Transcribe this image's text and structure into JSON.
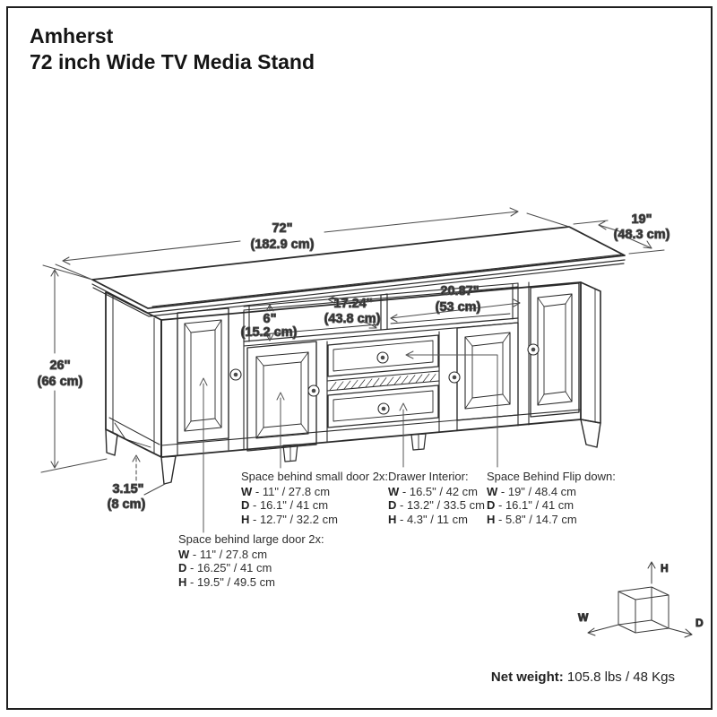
{
  "title": {
    "line1": "Amherst",
    "line2": "72 inch Wide TV Media Stand"
  },
  "dims": {
    "width": {
      "in": "72\"",
      "cm": "(182.9 cm)"
    },
    "depth": {
      "in": "19\"",
      "cm": "(48.3 cm)"
    },
    "height": {
      "in": "26''",
      "cm": "(66 cm)"
    },
    "leg": {
      "in": "3.15\"",
      "cm": "(8 cm)"
    },
    "shelf": {
      "in": "6\"",
      "cm": "(15.2 cm)"
    },
    "left_compartment": {
      "in": "17.24''",
      "cm": "(43.8 cm)"
    },
    "right_compartment": {
      "in": "20.87\"",
      "cm": "(53 cm)"
    }
  },
  "specs": [
    {
      "title": "Space behind small door 2x:",
      "rows": [
        [
          "W",
          "- 11\" / 27.8 cm"
        ],
        [
          "D",
          "- 16.1\" / 41 cm"
        ],
        [
          "H",
          "- 12.7\" / 32.2 cm"
        ]
      ]
    },
    {
      "title": "Drawer Interior:",
      "rows": [
        [
          "W",
          "- 16.5\" / 42 cm"
        ],
        [
          "D",
          "- 13.2\" / 33.5 cm"
        ],
        [
          "H",
          "- 4.3\" / 11 cm"
        ]
      ]
    },
    {
      "title": "Space Behind Flip down:",
      "rows": [
        [
          "W",
          "- 19\" / 48.4 cm"
        ],
        [
          "D",
          "- 16.1\" / 41 cm"
        ],
        [
          "H",
          "- 5.8\" / 14.7 cm"
        ]
      ]
    },
    {
      "title": "Space behind large door 2x:",
      "rows": [
        [
          "W",
          "- 11\" / 27.8 cm"
        ],
        [
          "D",
          "- 16.25\" / 41 cm"
        ],
        [
          "H",
          "- 19.5\" / 49.5 cm"
        ]
      ]
    }
  ],
  "axis_cube": {
    "h": "H",
    "w": "W",
    "d": "D"
  },
  "net_weight": {
    "label": "Net weight:",
    "value": " 105.8 lbs / 48 Kgs"
  }
}
